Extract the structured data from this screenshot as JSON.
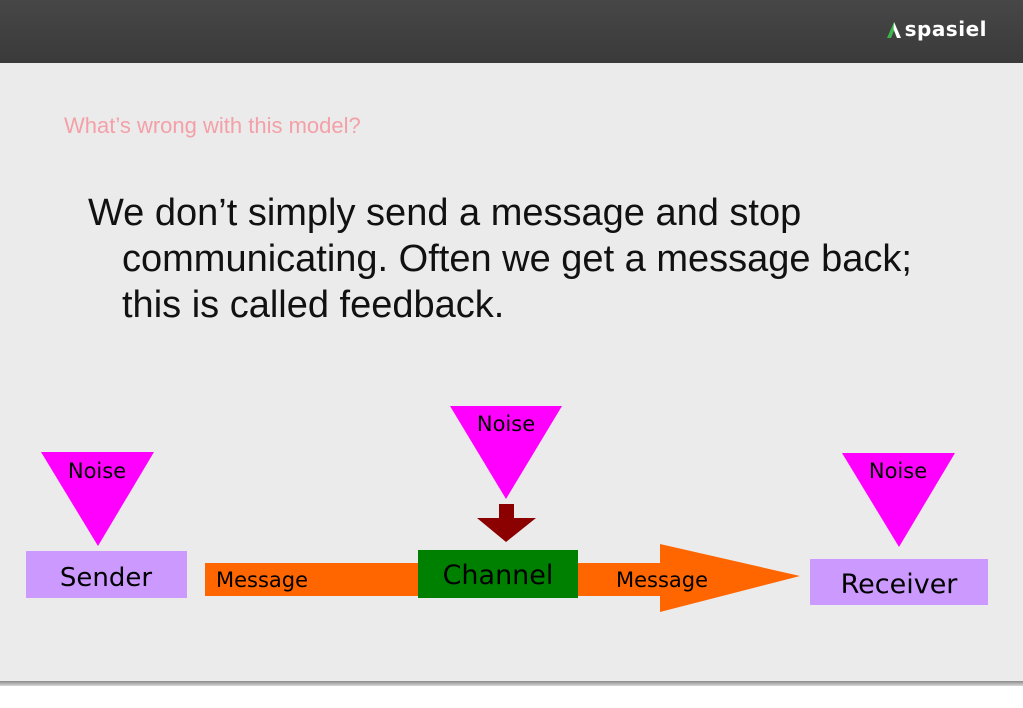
{
  "header": {
    "logo_text": "spasiel",
    "colors": {
      "bar": "#414141",
      "logo_accent": "#3cb54a"
    }
  },
  "slide": {
    "subtitle": "What’s wrong with this model?",
    "body": "We don’t simply send a message and stop communicating.  Often we get a message back; this is called feedback."
  },
  "diagram": {
    "noise_left": "Noise",
    "noise_center": "Noise",
    "noise_right": "Noise",
    "sender": "Sender",
    "channel": "Channel",
    "receiver": "Receiver",
    "message_left": "Message",
    "message_right": "Message",
    "colors": {
      "noise": "#ff00ff",
      "box": "#cc99ff",
      "arrow": "#ff6600",
      "channel": "#008000",
      "down_arrow": "#8b0000"
    }
  }
}
